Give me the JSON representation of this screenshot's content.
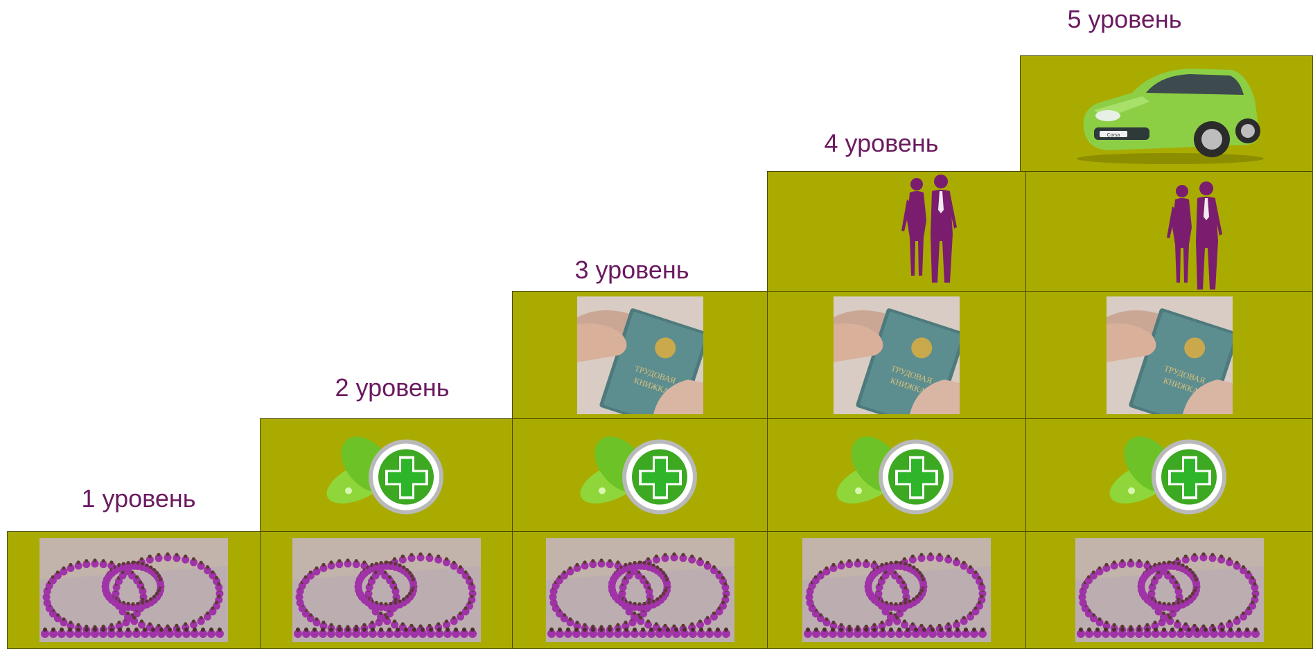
{
  "levels": [
    {
      "label": "1 уровень"
    },
    {
      "label": "2 уровень"
    },
    {
      "label": "3 уровень"
    },
    {
      "label": "4 уровень"
    },
    {
      "label": "5 уровень"
    }
  ],
  "workbook_text": [
    "ТРУДОВАЯ",
    "КНИЖКА"
  ],
  "car_badge": "Corsa",
  "colors": {
    "block": "#aaab00",
    "label": "#6b1a60",
    "people": "#7a1d6e",
    "crowd": "#a033a8",
    "plus": "#2fb52a"
  },
  "icons": {
    "row1": "crowd-photo",
    "row2": "health-plus-icon",
    "row3": "workbook-photo",
    "row4": "business-people-icon",
    "row5": "car-photo"
  }
}
